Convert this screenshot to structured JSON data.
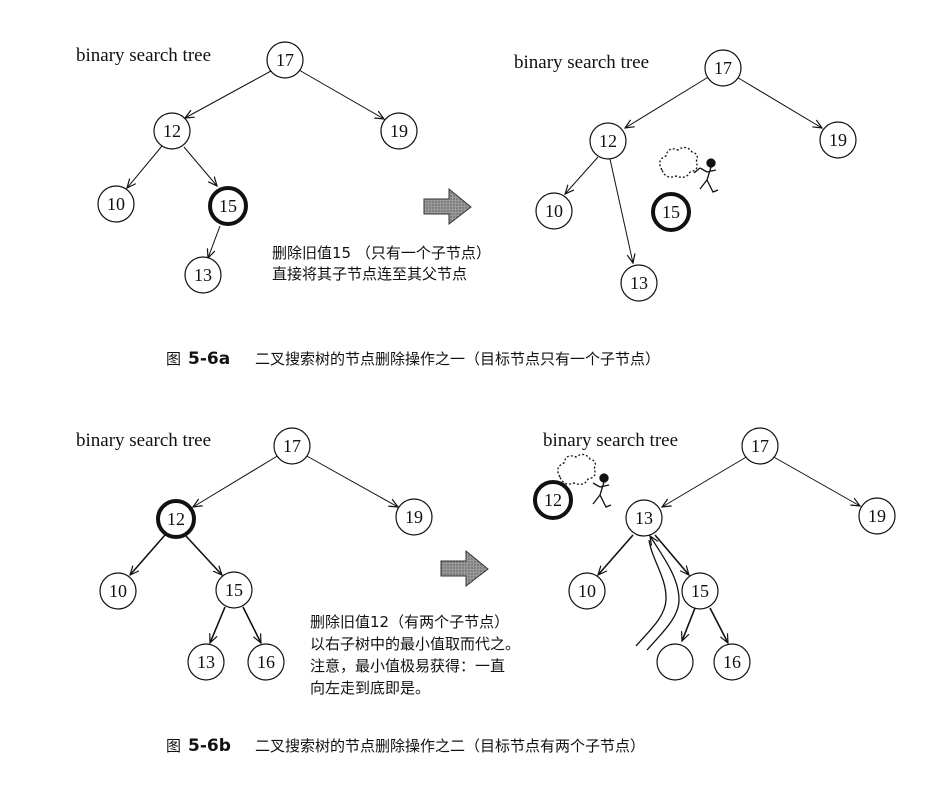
{
  "fig_a": {
    "left_title": "binary search tree",
    "right_title": "binary search tree",
    "left_nodes": [
      "17",
      "12",
      "19",
      "10",
      "15",
      "13"
    ],
    "right_nodes": [
      "17",
      "12",
      "19",
      "10",
      "13"
    ],
    "deleted_node": "15",
    "note_lines": [
      "删除旧值15 （只有一个子节点）",
      "直接将其子节点连至其父节点"
    ],
    "caption": {
      "prefix": "图",
      "number": "5-6a",
      "text": "二叉搜索树的节点删除操作之一（目标节点只有一个子节点）"
    }
  },
  "fig_b": {
    "left_title": "binary search tree",
    "right_title": "binary search tree",
    "left_nodes": [
      "17",
      "12",
      "19",
      "10",
      "15",
      "13",
      "16"
    ],
    "right_nodes": [
      "17",
      "13",
      "19",
      "10",
      "15",
      "16"
    ],
    "deleted_node": "12",
    "note_lines": [
      "删除旧值12（有两个子节点）",
      "以右子树中的最小值取而代之。",
      "注意，最小值极易获得：一直",
      "向左走到底即是。"
    ],
    "caption": {
      "prefix": "图",
      "number": "5-6b",
      "text": "二叉搜索树的节点删除操作之二（目标节点有两个子节点）"
    }
  },
  "colors": {
    "ink": "#111111",
    "arrow_fill": "#8a8a8a",
    "background": "#ffffff"
  }
}
